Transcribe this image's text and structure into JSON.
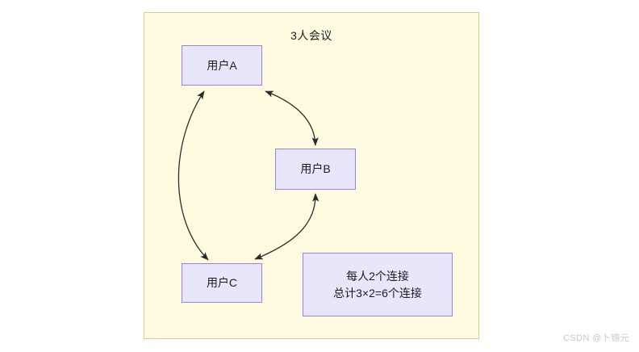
{
  "diagram": {
    "title": "3人会议",
    "background_color": "#ffffff",
    "container": {
      "fill": "#fffbe0",
      "border": "#d6d08c"
    },
    "node_style": {
      "fill": "#e8e6fb",
      "border": "#9e7fdc",
      "text_color": "#1c1c1c"
    },
    "arrow_color": "#2b2b2b",
    "nodes": [
      {
        "id": "user-a",
        "label": "用户A"
      },
      {
        "id": "user-b",
        "label": "用户B"
      },
      {
        "id": "user-c",
        "label": "用户C"
      }
    ],
    "note": {
      "line1": "每人2个连接",
      "line2": "总计3×2=6个连接"
    },
    "connections": [
      {
        "from": "用户A",
        "to": "用户B",
        "bidirectional": true
      },
      {
        "from": "用户A",
        "to": "用户C",
        "bidirectional": true
      },
      {
        "from": "用户B",
        "to": "用户C",
        "bidirectional": true
      }
    ]
  },
  "watermark": {
    "text": "CSDN @卜锦元"
  }
}
